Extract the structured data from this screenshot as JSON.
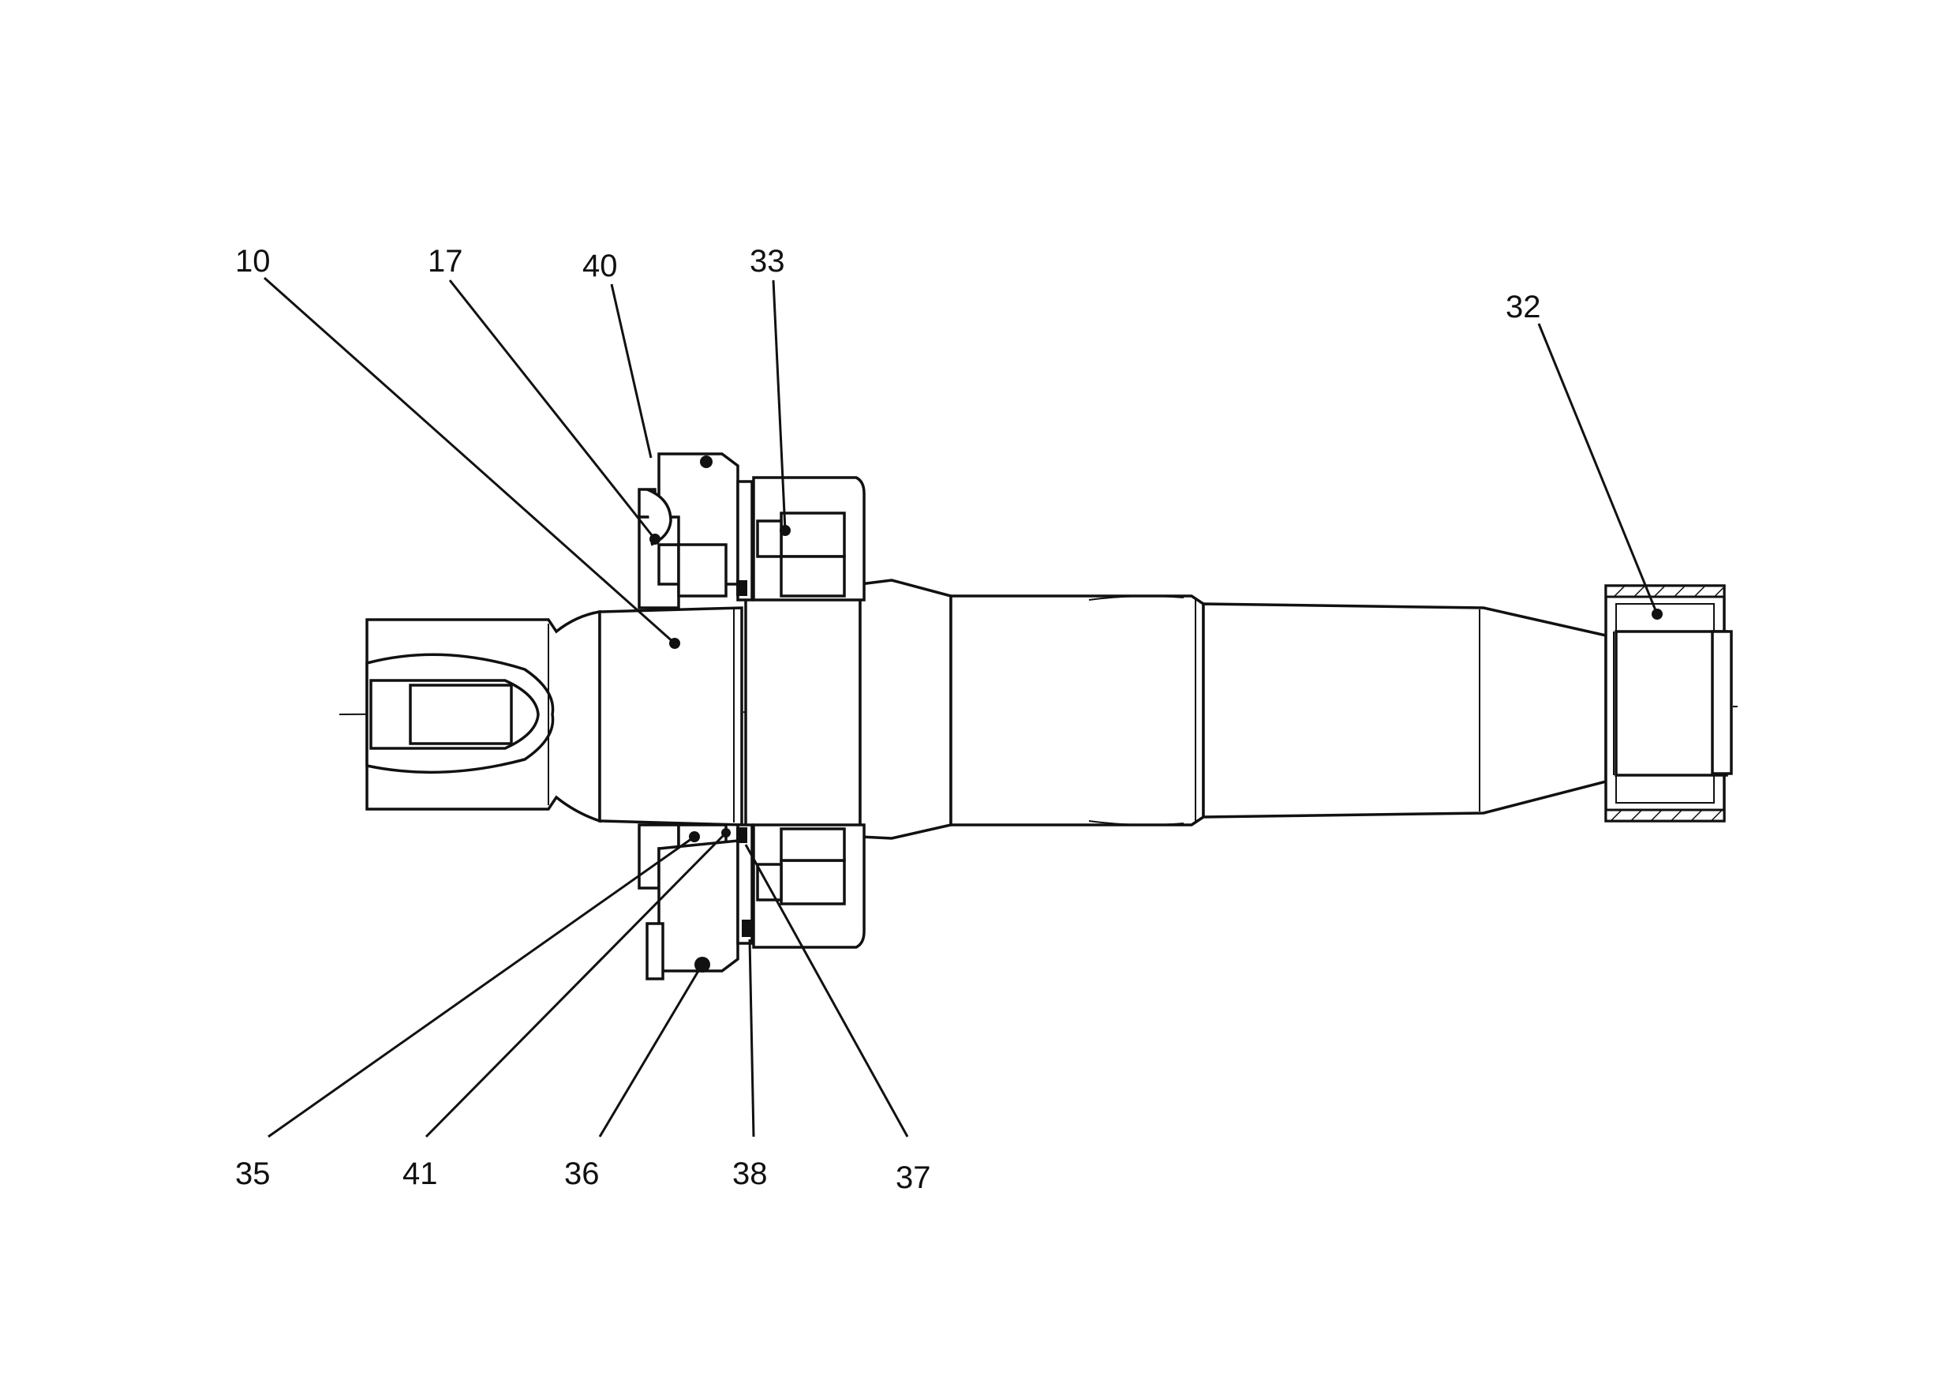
{
  "drawing": {
    "labels": {
      "l10": "10",
      "l17": "17",
      "l40": "40",
      "l33": "33",
      "l32": "32",
      "l35": "35",
      "l41": "41",
      "l36": "36",
      "l38": "38",
      "l37": "37"
    }
  }
}
